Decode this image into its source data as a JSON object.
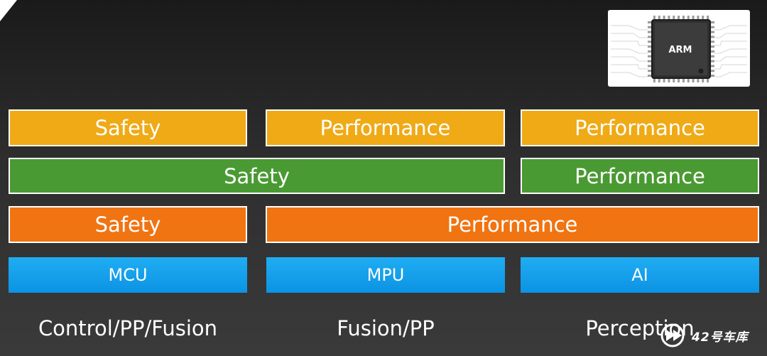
{
  "diagram": {
    "row_yellow": [
      "Safety",
      "Performance",
      "Performance"
    ],
    "row_green": [
      "Safety",
      "Performance"
    ],
    "row_orange": [
      "Safety",
      "Performance"
    ],
    "row_blue": [
      "MCU",
      "MPU",
      "AI"
    ],
    "columns": [
      "Control/PP/Fusion",
      "Fusion/PP",
      "Perception"
    ]
  },
  "chip": {
    "label": "ARM",
    "icon": "arm-chip-icon"
  },
  "watermark": {
    "text": "42号车库",
    "icon": "play-logo-icon"
  },
  "colors": {
    "yellow": "#efaa16",
    "green": "#4a9a33",
    "orange": "#f07412",
    "blue": "#1aa3ee",
    "background": "#2b2b2b"
  }
}
